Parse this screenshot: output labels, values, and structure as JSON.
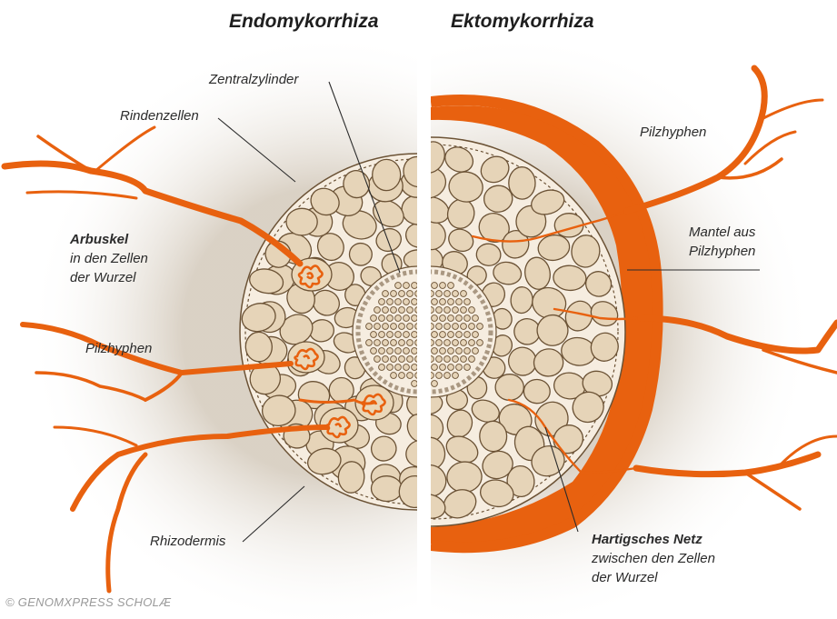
{
  "headings": {
    "left": "Endomykorrhiza",
    "right": "Ektomykorrhiza"
  },
  "labels": {
    "zentralzylinder": "Zentralzylinder",
    "rindenzellen": "Rindenzellen",
    "arbuskel_title": "Arbuskel",
    "arbuskel_line1": "in den Zellen",
    "arbuskel_line2": "der Wurzel",
    "pilzhyphen_left": "Pilzhyphen",
    "rhizodermis": "Rhizodermis",
    "pilzhyphen_right": "Pilzhyphen",
    "mantel_line1": "Mantel aus",
    "mantel_line2": "Pilzhyphen",
    "hartig_title": "Hartigsches Netz",
    "hartig_line1": "zwischen den Zellen",
    "hartig_line2": "der Wurzel"
  },
  "copyright": "© GENOMXPRESS SCHOLÆ",
  "colors": {
    "hyphae": "#e8610f",
    "cell_fill": "#e6d4b8",
    "cell_outline": "#6b5235",
    "cortex_bg": "#f6ede0",
    "halo": "#d8cfc2"
  }
}
